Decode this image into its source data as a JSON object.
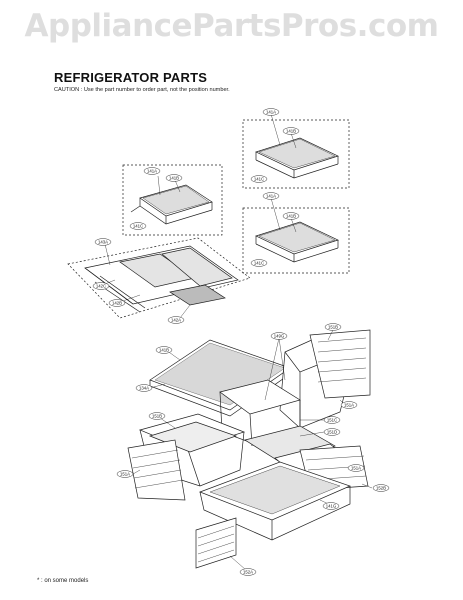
{
  "watermark": "AppliancePartsPros.com",
  "title": "REFRIGERATOR PARTS",
  "caution": "CAUTION : Use the part number to order part, not the position number.",
  "footnote": "* : on some models",
  "part_labels": {
    "shelf_a_top": "141A",
    "shelf_a_mid": "141B",
    "shelf_a_bot": "141C",
    "shelf_b_top": "141A",
    "shelf_b_mid": "141B",
    "shelf_b_bot": "141C",
    "shelf_c_top": "141A",
    "shelf_c_mid": "141B",
    "shelf_c_bot": "141C",
    "frame_top": "143A",
    "frame_c": "142C",
    "frame_b": "142B",
    "frame_a": "142A",
    "cover": "141B",
    "cover_side": "134A",
    "divider": "149G",
    "vent": "151B",
    "crisper_l": "151B",
    "crisper_side": "151A",
    "bin_r": "151A",
    "bin_mid": "151C",
    "bin_mid2": "151D",
    "lower_panel": "151A",
    "drawer_r": "152B",
    "drawer_c": "141G",
    "bottom_panel": "152A"
  }
}
